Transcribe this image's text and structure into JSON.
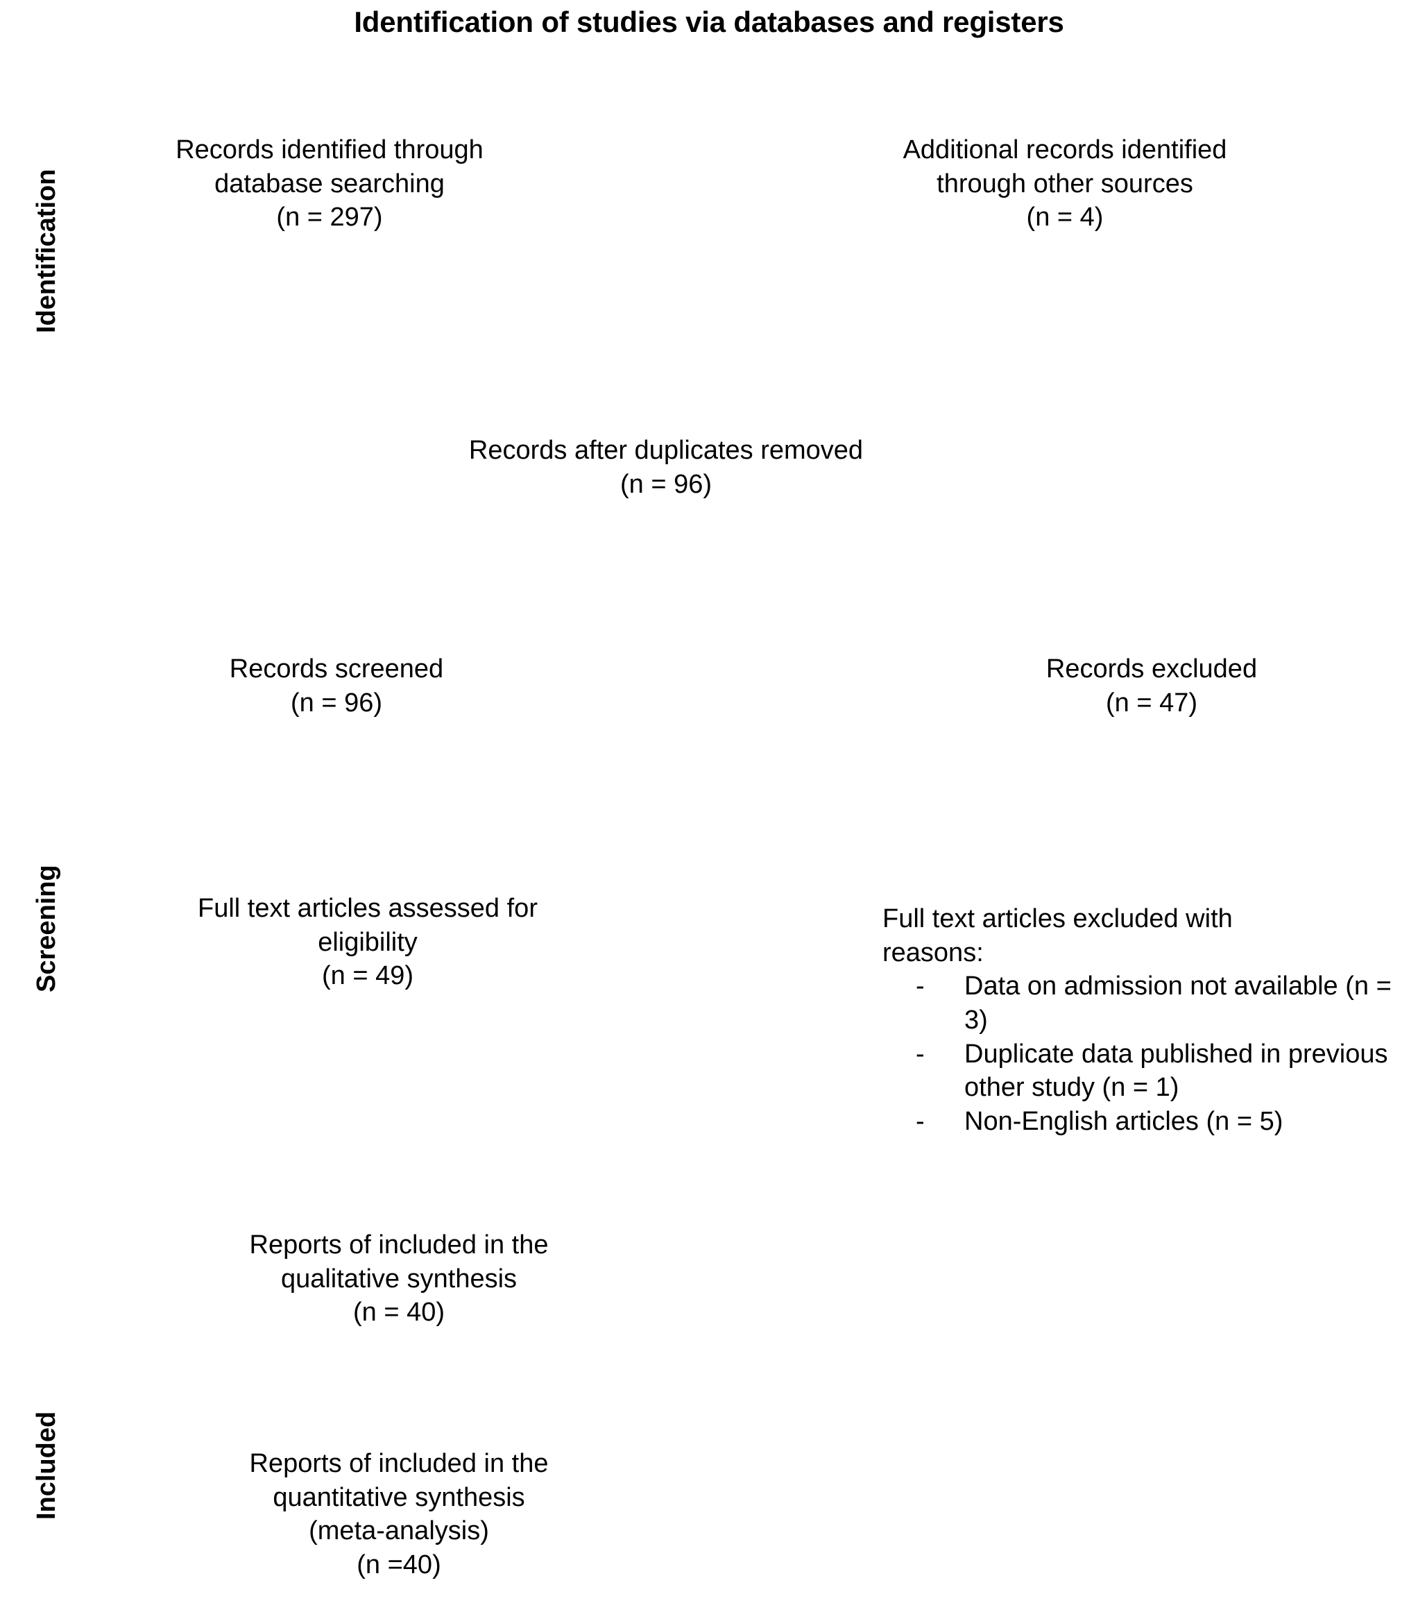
{
  "title": "Identification of studies via databases and registers",
  "stages": [
    {
      "id": "identification",
      "label": "Identification"
    },
    {
      "id": "screening",
      "label": "Screening"
    },
    {
      "id": "included",
      "label": "Included"
    }
  ],
  "nodes": {
    "records_identified": {
      "line1": "Records identified through",
      "line2": "database searching",
      "count": "(n = 297)"
    },
    "additional_records": {
      "line1": "Additional records identified",
      "line2": "through other sources",
      "count": "(n = 4)"
    },
    "duplicates_removed": {
      "line1": "Records after duplicates removed",
      "count": "(n = 96)"
    },
    "records_screened": {
      "line1": "Records screened",
      "count": "(n = 96)"
    },
    "records_excluded": {
      "line1": "Records excluded",
      "count": "(n = 47)"
    },
    "fulltext_assessed": {
      "line1": "Full text articles assessed for",
      "line2": "eligibility",
      "count": "(n = 49)"
    },
    "fulltext_excluded": {
      "line1": "Full text articles excluded with",
      "line2": "reasons:",
      "bullet": "-",
      "reasons": [
        "Data on admission not available (n = 3)",
        "Duplicate data published in previous other study (n = 1)",
        "Non-English articles (n = 5)"
      ]
    },
    "qualitative_synthesis": {
      "line1": "Reports of included in the",
      "line2": "qualitative synthesis",
      "count": "(n = 40)"
    },
    "quantitative_synthesis": {
      "line1": "Reports of included in the",
      "line2": "quantitative synthesis",
      "line3": "(meta-analysis)",
      "count": "(n =40)"
    }
  },
  "colors": {
    "text": "#000000",
    "background": "#ffffff"
  }
}
